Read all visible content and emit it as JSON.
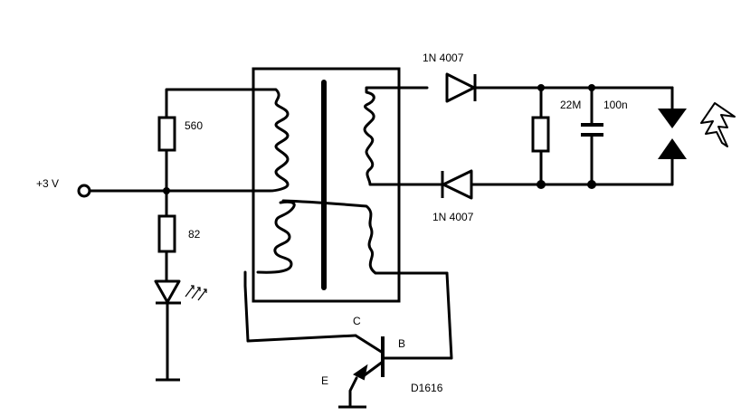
{
  "components": {
    "supply_label": "+3 V",
    "resistor_top": "560",
    "resistor_bottom": "82",
    "diode_top": "1N 4007",
    "diode_bottom": "1N 4007",
    "resistor_load": "22M",
    "capacitor": "100n",
    "transistor_collector": "C",
    "transistor_base": "B",
    "transistor_emitter": "E",
    "transistor_model": "D1616"
  },
  "colors": {
    "ink": "#000000",
    "background": "#ffffff"
  }
}
